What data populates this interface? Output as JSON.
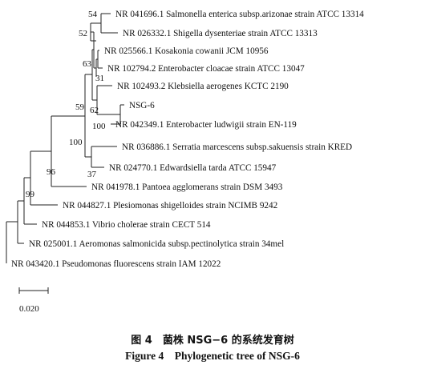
{
  "tree": {
    "taxa": [
      {
        "id": "salmonella",
        "label": "NR 041696.1 Salmonella enterica subsp.arizonae strain ATCC 13314"
      },
      {
        "id": "shigella",
        "label": "NR 026332.1 Shigella dysenteriae strain ATCC 13313"
      },
      {
        "id": "kosakonia",
        "label": "NR 025566.1 Kosakonia cowanii JCM 10956"
      },
      {
        "id": "enterobacter-cloacae",
        "label": "NR 102794.2 Enterobacter cloacae strain ATCC 13047"
      },
      {
        "id": "klebsiella",
        "label": "NR 102493.2 Klebsiella aerogenes KCTC 2190"
      },
      {
        "id": "nsg6",
        "label": "NSG-6"
      },
      {
        "id": "enterobacter-ludwigii",
        "label": "NR 042349.1 Enterobacter ludwigii strain EN-119"
      },
      {
        "id": "serratia",
        "label": "NR 036886.1 Serratia marcescens subsp.sakuensis strain KRED"
      },
      {
        "id": "edwardsiella",
        "label": "NR 024770.1 Edwardsiella tarda ATCC 15947"
      },
      {
        "id": "pantoea",
        "label": "NR 041978.1 Pantoea agglomerans strain DSM 3493"
      },
      {
        "id": "plesiomonas",
        "label": "NR 044827.1 Plesiomonas shigelloides strain NCIMB 9242"
      },
      {
        "id": "vibrio",
        "label": "NR 044853.1 Vibrio cholerae strain CECT 514"
      },
      {
        "id": "aeromonas",
        "label": "NR 025001.1 Aeromonas salmonicida subsp.pectinolytica strain 34mel"
      },
      {
        "id": "pseudomonas",
        "label": "NR 043420.1 Pseudomonas fluorescens strain IAM 12022"
      }
    ],
    "bootstrap": [
      {
        "id": "b54",
        "value": "54"
      },
      {
        "id": "b52",
        "value": "52"
      },
      {
        "id": "b63",
        "value": "63"
      },
      {
        "id": "b31",
        "value": "31"
      },
      {
        "id": "b59",
        "value": "59"
      },
      {
        "id": "b62",
        "value": "62"
      },
      {
        "id": "b100a",
        "value": "100"
      },
      {
        "id": "b100b",
        "value": "100"
      },
      {
        "id": "b37",
        "value": "37"
      },
      {
        "id": "b96",
        "value": "96"
      },
      {
        "id": "b99",
        "value": "99"
      }
    ],
    "scale_bar": {
      "value": "0.020"
    }
  },
  "caption": {
    "zh": "图 4　菌株 NSG−6 的系统发育树",
    "en": "Figure 4　Phylogenetic tree of NSG-6"
  }
}
